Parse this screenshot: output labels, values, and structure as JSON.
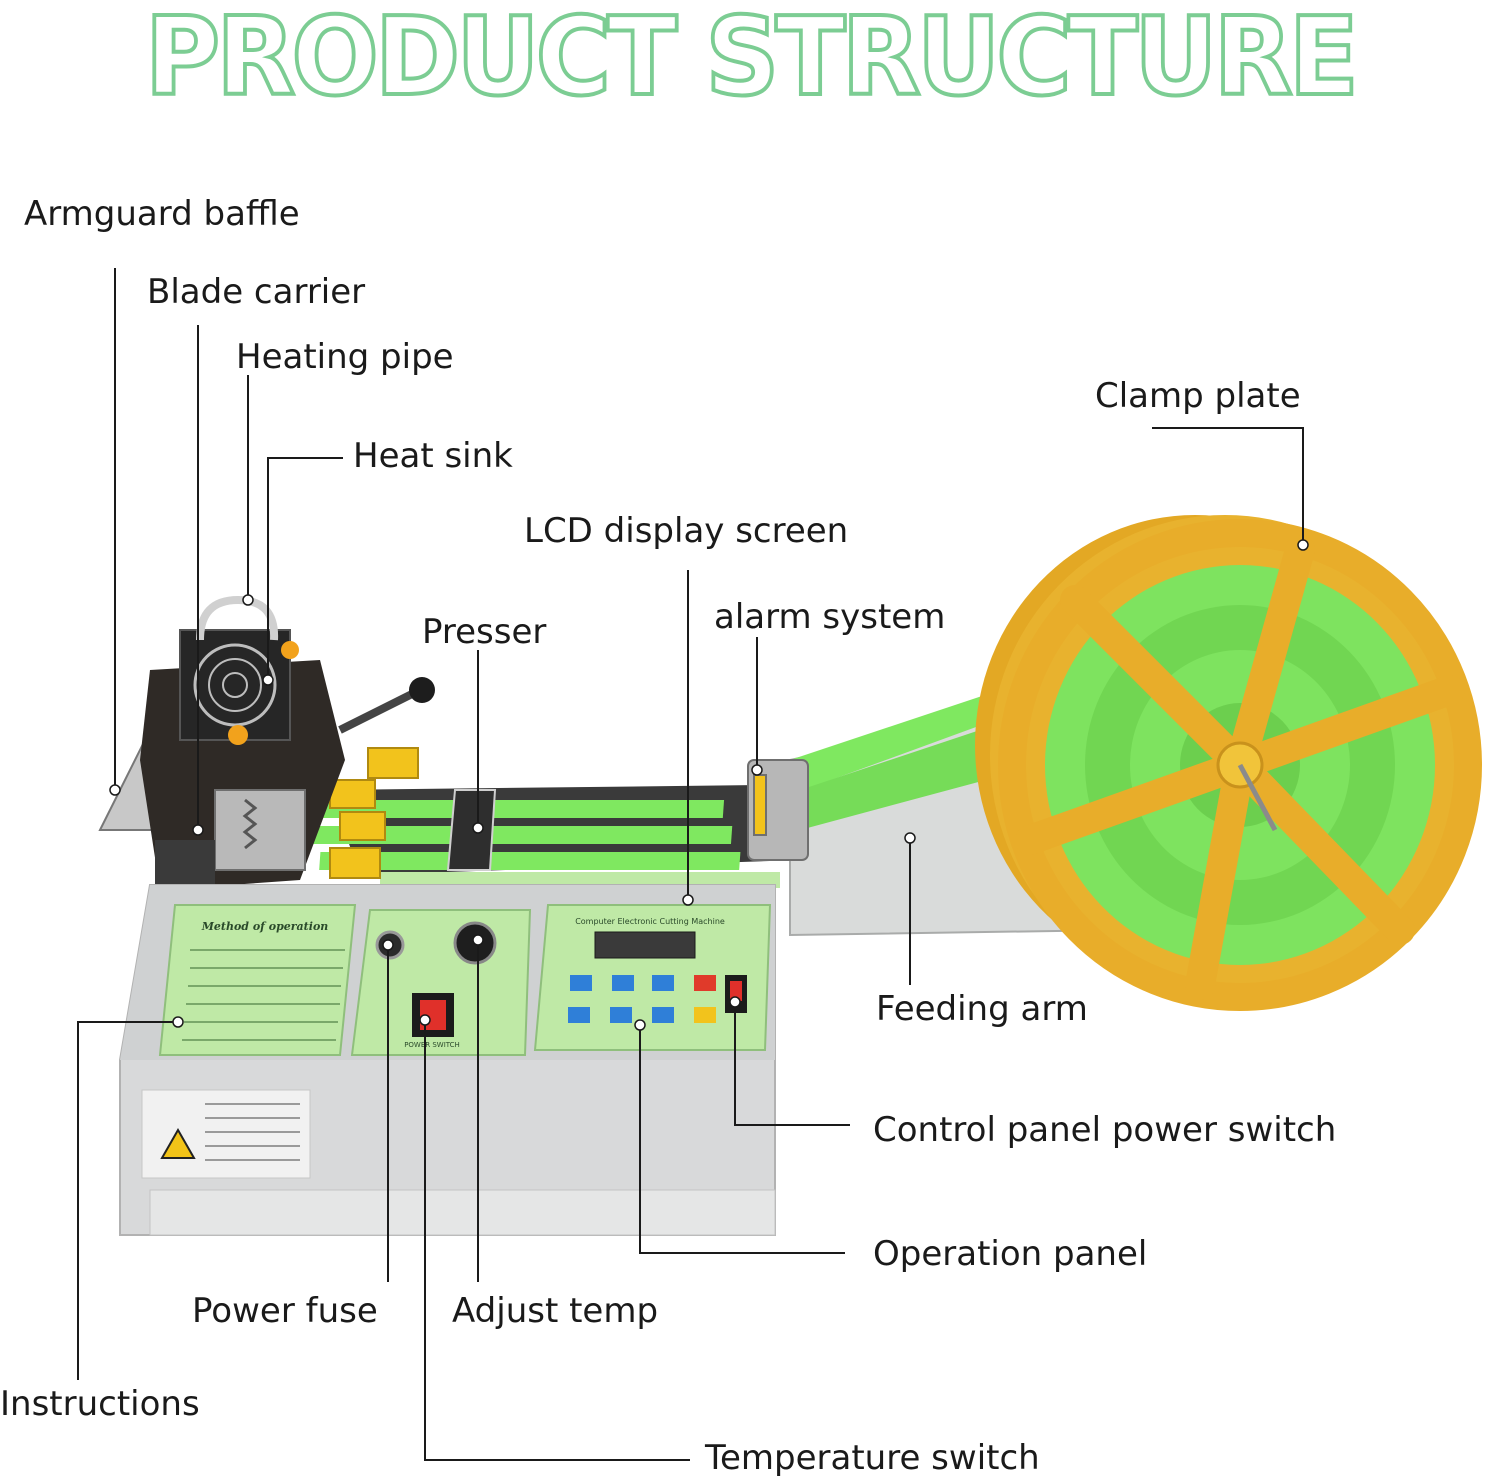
{
  "title": "PRODUCT STRUCTURE",
  "colors": {
    "title_outline": "#7ccd93",
    "leader_lines": "#1a1a1a",
    "panel_green": "#bfe9a6",
    "tape_green": "#7fe860",
    "reel_yellow": "#e8ad2a",
    "machine_body": "#dcdedd"
  },
  "labels": {
    "armguard_baffle": "Armguard baffle",
    "blade_carrier": "Blade carrier",
    "heating_pipe": "Heating pipe",
    "heat_sink": "Heat sink",
    "lcd_display_screen": "LCD display screen",
    "presser": "Presser",
    "alarm_system": "alarm system",
    "clamp_plate": "Clamp plate",
    "feeding_arm": "Feeding arm",
    "control_panel_power_switch": "Control panel power switch",
    "operation_panel": "Operation panel",
    "power_fuse": "Power fuse",
    "adjust_temp": "Adjust temp",
    "instructions": "Instructions",
    "temperature_switch": "Temperature switch"
  },
  "machine_panel_text": {
    "method_heading": "Method of operation",
    "machine_name": "Computer Electronic Cutting Machine",
    "power_switch_label": "POWER SWITCH"
  }
}
